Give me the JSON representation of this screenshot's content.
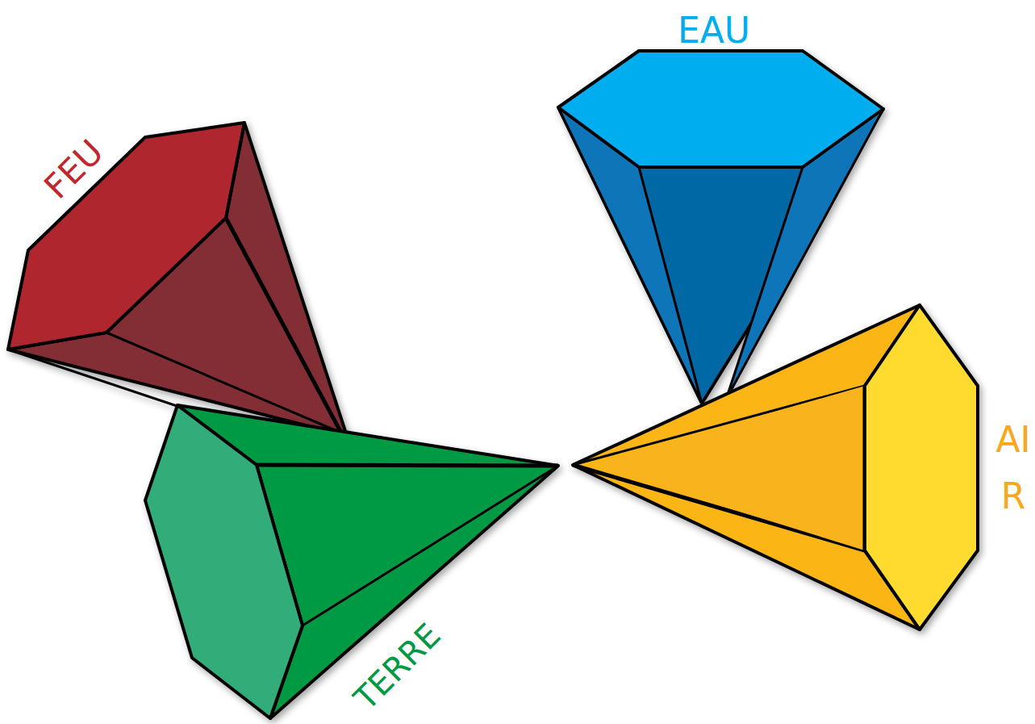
{
  "diagram": {
    "labels": [
      "FEU",
      "EAU",
      "AIR",
      "TERRE"
    ]
  }
}
